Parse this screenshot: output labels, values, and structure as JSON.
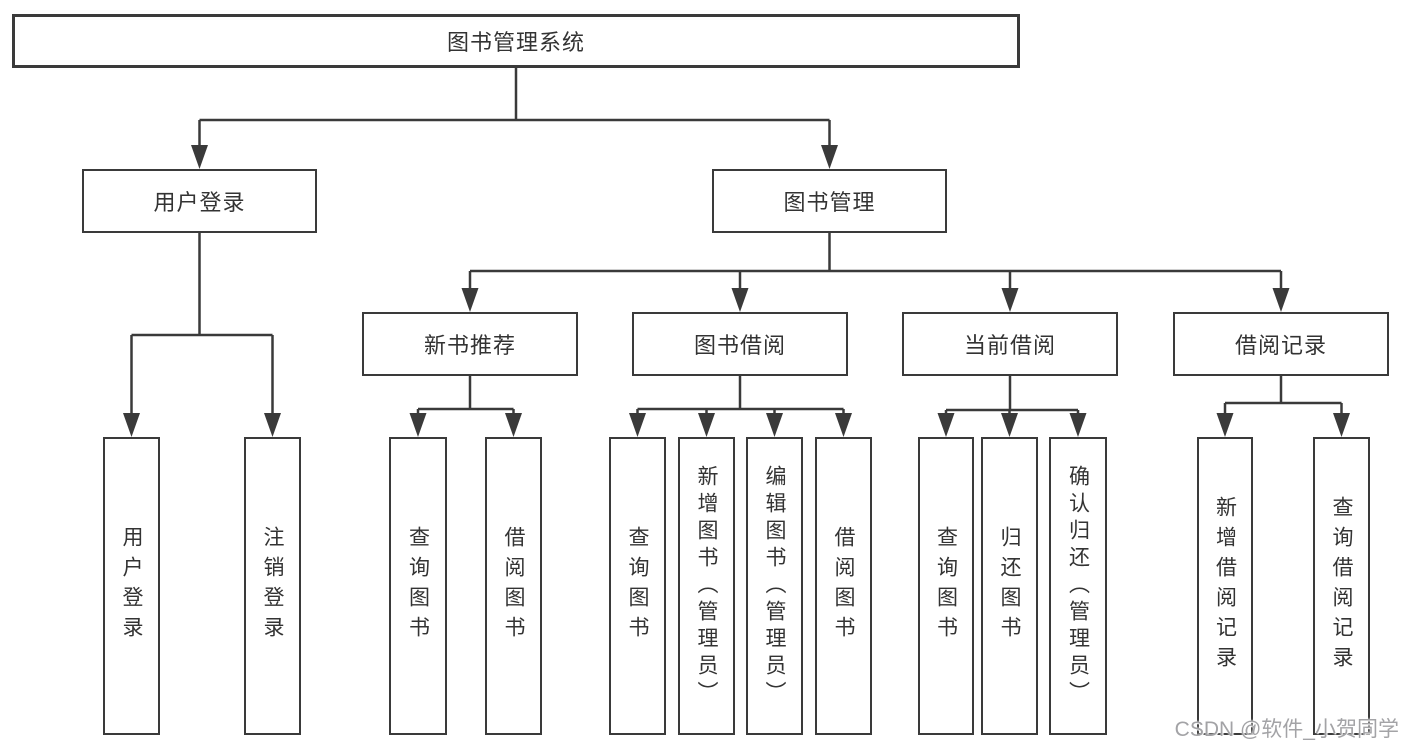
{
  "diagram": {
    "type": "hierarchy-tree",
    "tree": {
      "root": {
        "label": "图书管理系统"
      },
      "branches": [
        {
          "label": "用户登录",
          "children": [
            {
              "label": "用户登录"
            },
            {
              "label": "注销登录"
            }
          ]
        },
        {
          "label": "图书管理",
          "children": [
            {
              "label": "新书推荐",
              "children": [
                {
                  "label": "查询图书"
                },
                {
                  "label": "借阅图书"
                }
              ]
            },
            {
              "label": "图书借阅",
              "children": [
                {
                  "label": "查询图书"
                },
                {
                  "label": "新增图书（管理员）"
                },
                {
                  "label": "编辑图书（管理员）"
                },
                {
                  "label": "借阅图书"
                }
              ]
            },
            {
              "label": "当前借阅",
              "children": [
                {
                  "label": "查询图书"
                },
                {
                  "label": "归还图书"
                },
                {
                  "label": "确认归还（管理员）"
                }
              ]
            },
            {
              "label": "借阅记录",
              "children": [
                {
                  "label": "新增借阅记录"
                },
                {
                  "label": "查询借阅记录"
                }
              ]
            }
          ]
        }
      ]
    },
    "watermark": "CSDN @软件_小贺同学",
    "colors": {
      "line": "#3a3a3a",
      "box_border": "#3a3a3a",
      "text": "#333333",
      "background": "#ffffff",
      "watermark": "#a3a3a6"
    }
  }
}
